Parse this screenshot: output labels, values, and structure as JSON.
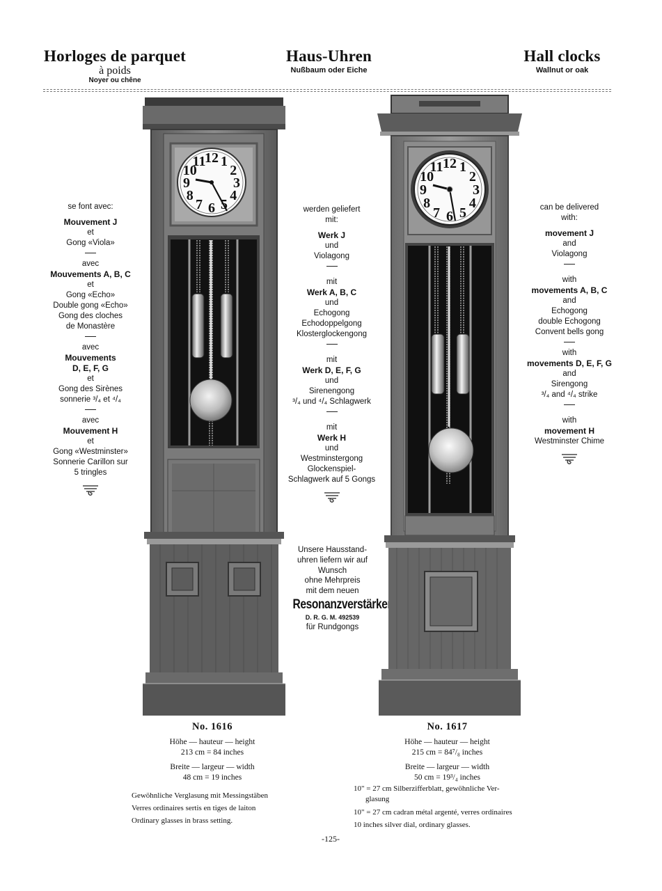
{
  "header": {
    "fr": {
      "title": "Horloges de parquet",
      "line2": "à poids",
      "line3": "Noyer ou chêne"
    },
    "de": {
      "title": "Haus-Uhren",
      "line2": "Nußbaum oder Eiche"
    },
    "en": {
      "title": "Hall clocks",
      "line2": "Wallnut or oak"
    }
  },
  "french": {
    "intro": "se font avec:",
    "g1": {
      "mv": "Mouvement J",
      "c": "et",
      "gong": "Gong «Viola»"
    },
    "g2": {
      "avec": "avec",
      "mv": "Mouvements A, B, C",
      "c": "et",
      "l1": "Gong «Echo»",
      "l2": "Double gong «Echo»",
      "l3": "Gong des cloches",
      "l4": "de Monastère"
    },
    "g3": {
      "avec": "avec",
      "mv1": "Mouvements",
      "mv2": "D, E, F, G",
      "c": "et",
      "l1": "Gong des Sirènes",
      "l2": "sonnerie ³/₄ et ⁴/₄"
    },
    "g4": {
      "avec": "avec",
      "mv": "Mouvement H",
      "c": "et",
      "l1": "Gong «Westminster»",
      "l2": "Sonnerie Carillon sur",
      "l3": "5 tringles"
    }
  },
  "german": {
    "intro1": "werden geliefert",
    "intro2": "mit:",
    "g1": {
      "mv": "Werk J",
      "c": "und",
      "l1": "Violagong"
    },
    "g2": {
      "mit": "mit",
      "mv": "Werk A, B, C",
      "c": "und",
      "l1": "Echogong",
      "l2": "Echodoppelgong",
      "l3": "Klosterglockengong"
    },
    "g3": {
      "mit": "mit",
      "mv": "Werk D, E, F, G",
      "c": "und",
      "l1": "Sirenengong",
      "l2": "³/₄ und ⁴/₄ Schlagwerk"
    },
    "g4": {
      "mit": "mit",
      "mv": "Werk H",
      "c": "und",
      "l1": "Westminstergong",
      "l2": "Glockenspiel-",
      "l3": "Schlagwerk auf 5 Gongs"
    },
    "note": {
      "l1": "Unsere Hausstand-",
      "l2": "uhren liefern wir auf",
      "l3": "Wunsch",
      "l4": "ohne Mehrpreis",
      "l5": "mit dem neuen",
      "brand": "Resonanzverstärker",
      "drgm": "D. R. G. M. 492539",
      "l6": "für Rundgongs"
    }
  },
  "english": {
    "intro1": "can be delivered",
    "intro2": "with:",
    "g1": {
      "mv": "movement J",
      "c": "and",
      "l1": "Violagong"
    },
    "g2": {
      "with": "with",
      "mv": "movements A, B, C",
      "c": "and",
      "l1": "Echogong",
      "l2": "double Echogong",
      "l3": "Convent bells gong"
    },
    "g3": {
      "with": "with",
      "mv": "movements D, E, F, G",
      "c": "and",
      "l1": "Sirengong",
      "l2": "³/₄ and ⁴/₄ strike"
    },
    "g4": {
      "with": "with",
      "mv": "movement H",
      "l1": "Westminster Chime"
    }
  },
  "clocks": [
    {
      "no": "No. 1616",
      "h_label": "Höhe — hauteur — height",
      "h_val": "213 cm = 84 inches",
      "w_label": "Breite — largeur — width",
      "w_val": "48 cm = 19 inches",
      "glz": [
        "Gewöhnliche Verglasung mit Messingstäben",
        "Verres ordinaires sertis en tiges de laiton",
        "Ordinary glasses in brass setting."
      ]
    },
    {
      "no": "No. 1617",
      "h_label": "Höhe — hauteur — height",
      "h_val": "215 cm = 84⁷/₈ inches",
      "w_label": "Breite — largeur — width",
      "w_val": "50 cm = 19³/₄ inches",
      "glz": [
        "10\" = 27 cm Silberzifferblatt, gewöhnliche Ver-",
        "glasung",
        "10\" = 27 cm cadran métal argenté, verres ordinaires",
        "10 inches silver dial, ordinary glasses."
      ]
    }
  ],
  "dial_numerals": [
    "12",
    "1",
    "2",
    "3",
    "4",
    "5",
    "6",
    "7",
    "8",
    "9",
    "10",
    "11"
  ],
  "page_number": "-125-",
  "colors": {
    "wood_dark": "#4a4a4a",
    "wood_mid": "#8a8a8a",
    "wood_light": "#b5b5b5",
    "glass": "#161616",
    "brass": "#d8d8d8"
  }
}
